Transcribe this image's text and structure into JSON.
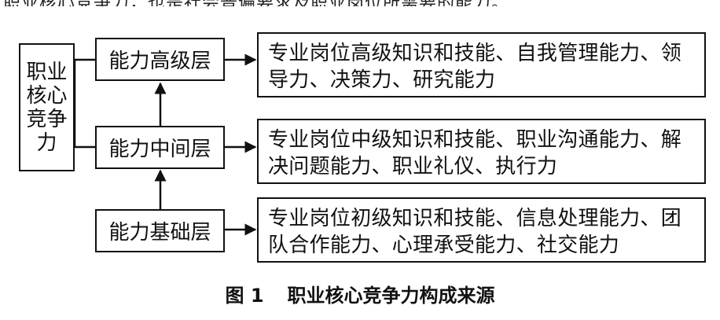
{
  "top_partial_text": "职业核心竞争力，也是社会普遍要求及职业岗位所需要的能力。",
  "core": {
    "label": "职业核心竞争力"
  },
  "levels": [
    {
      "label": "能力高级层",
      "description": "专业岗位高级知识和技能、自我管理能力、领导力、决策力、研究能力"
    },
    {
      "label": "能力中间层",
      "description": "专业岗位中级知识和技能、职业沟通能力、解决问题能力、职业礼仪、执行力"
    },
    {
      "label": "能力基础层",
      "description": "专业岗位初级知识和技能、信息处理能力、团队合作能力、心理承受能力、社交能力"
    }
  ],
  "caption": {
    "number": "图 1",
    "title": "职业核心竞争力构成来源"
  }
}
